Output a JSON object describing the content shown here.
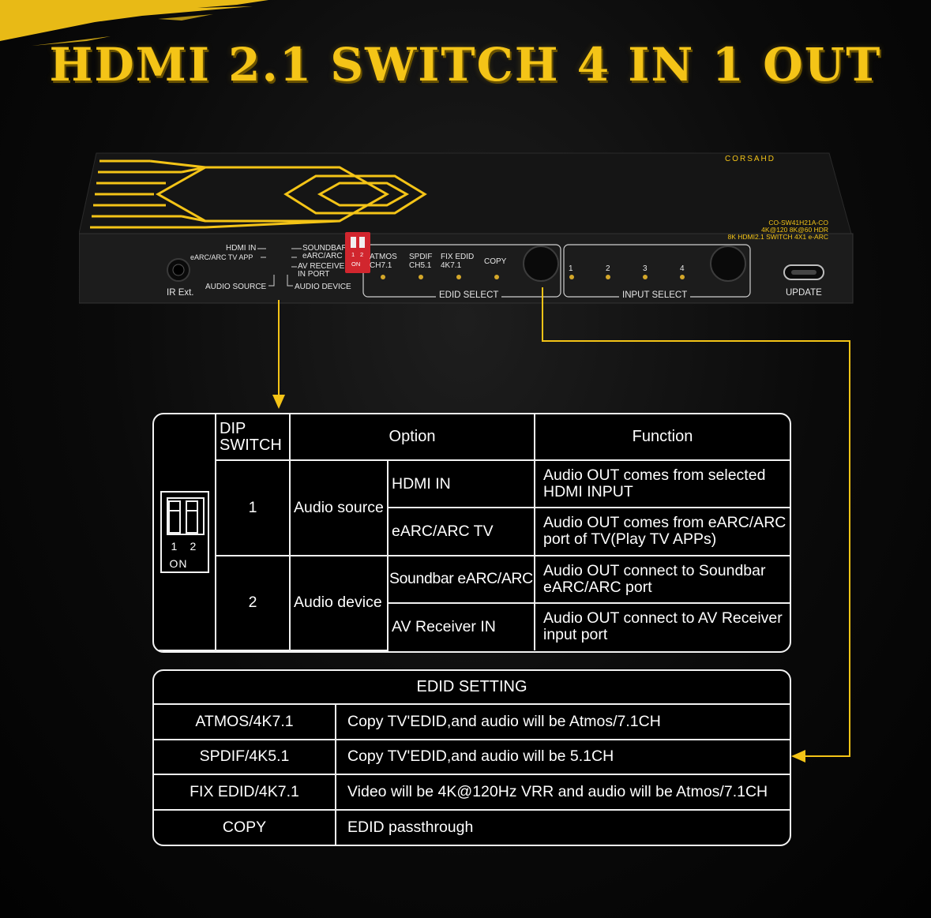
{
  "title": "HDMI 2.1 SWITCH 4 IN 1 OUT",
  "colors": {
    "accent": "#f4c417",
    "background": "#050505",
    "line": "#f2f2f2",
    "dip_switch": "#d1262e"
  },
  "device": {
    "brand": "CORSAHD",
    "model_lines": [
      "CO-SW41H21A-CO",
      "4K@120 8K@60 HDR",
      "8K HDMI2.1 SWITCH 4X1 e-ARC"
    ],
    "ir_label": "IR Ext.",
    "dip_labels": {
      "hdmi_in": "HDMI IN",
      "earc_tv_app": "eARC/ARC TV APP",
      "soundbar": "SOUNDBAR",
      "soundbar_earc": "eARC/ARC",
      "av_receiver": "AV RECEIVER",
      "in_port": "IN PORT",
      "audio_source": "AUDIO SOURCE",
      "audio_device": "AUDIO DEVICE",
      "sw_1": "1",
      "sw_2": "2",
      "sw_on": "ON"
    },
    "edid_leds": [
      {
        "line1": "ATMOS",
        "line2": "CH7.1"
      },
      {
        "line1": "SPDIF",
        "line2": "CH5.1"
      },
      {
        "line1": "FIX EDID",
        "line2": "4K7.1"
      },
      {
        "line1": "COPY",
        "line2": ""
      }
    ],
    "edid_select_label": "EDID SELECT",
    "input_leds": [
      "1",
      "2",
      "3",
      "4"
    ],
    "input_select_label": "INPUT SELECT",
    "update_label": "UPDATE"
  },
  "dip_table": {
    "header": {
      "dip_switch": "DIP SWITCH",
      "option": "Option",
      "function": "Function"
    },
    "icon": {
      "num1": "1",
      "num2": "2",
      "on": "ON"
    },
    "groups": [
      {
        "switch": "1",
        "option": "Audio source",
        "rows": [
          {
            "value": "HDMI IN",
            "function": "Audio OUT comes from selected HDMI INPUT"
          },
          {
            "value": "eARC/ARC TV",
            "function": "Audio OUT comes from eARC/ARC port of TV(Play TV APPs)"
          }
        ]
      },
      {
        "switch": "2",
        "option": "Audio device",
        "rows": [
          {
            "value": "Soundbar eARC/ARC",
            "function": "Audio OUT connect to Soundbar eARC/ARC port"
          },
          {
            "value": "AV Receiver IN",
            "function": "Audio OUT connect to AV Receiver input port"
          }
        ]
      }
    ]
  },
  "edid_table": {
    "title": "EDID SETTING",
    "rows": [
      {
        "mode": "ATMOS/4K7.1",
        "desc": "Copy TV'EDID,and audio will be Atmos/7.1CH"
      },
      {
        "mode": "SPDIF/4K5.1",
        "desc": "Copy TV'EDID,and audio will be 5.1CH"
      },
      {
        "mode": "FIX EDID/4K7.1",
        "desc": "Video will be 4K@120Hz VRR and audio will be Atmos/7.1CH"
      },
      {
        "mode": "COPY",
        "desc": "EDID passthrough"
      }
    ]
  }
}
